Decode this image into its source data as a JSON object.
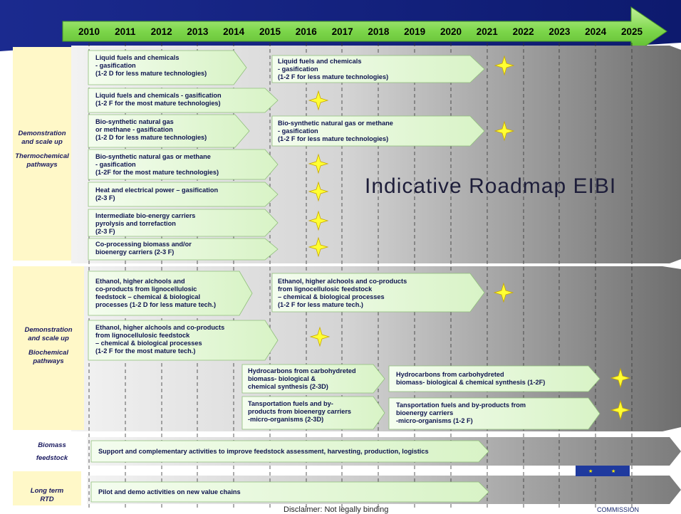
{
  "timeline": {
    "years": [
      "2010",
      "2011",
      "2012",
      "2013",
      "2014",
      "2015",
      "2016",
      "2017",
      "2018",
      "2019",
      "2020",
      "2021",
      "2022",
      "2023",
      "2024",
      "2025"
    ]
  },
  "title": "Indicative Roadmap EIBI",
  "categories": {
    "thermo": [
      "Demonstration",
      "and scale up",
      "",
      "Thermochemical",
      "pathways"
    ],
    "bio": [
      "Demonstration",
      "and scale up",
      "",
      "Biochemical",
      "pathways"
    ],
    "feedstock": [
      "Biomass",
      "feedstock"
    ],
    "rtd": [
      "Long term",
      "RTD"
    ]
  },
  "activities": [
    {
      "id": "a1",
      "text": "Liquid fuels and chemicals\n- gasification\n(1-2 D for less mature technologies)"
    },
    {
      "id": "a2",
      "text": "Liquid fuels and chemicals\n- gasification\n(1-2 F for less mature technologies)"
    },
    {
      "id": "a3",
      "text": "Liquid fuels and chemicals - gasification\n(1-2 F for the most mature technologies)"
    },
    {
      "id": "a4",
      "text": "Bio-synthetic natural gas\nor methane - gasification\n(1-2 D for less mature technologies)"
    },
    {
      "id": "a5",
      "text": "Bio-synthetic natural gas or methane\n - gasification\n(1-2 F for less mature technologies)"
    },
    {
      "id": "a6",
      "text": "Bio-synthetic natural gas or methane\n - gasification\n(1-2F for the most mature technologies)"
    },
    {
      "id": "a7",
      "text": "Heat and electrical power – gasification\n(2-3 F)"
    },
    {
      "id": "a8",
      "text": "Intermediate bio-energy carriers\npyrolysis and torrefaction\n(2-3 F)"
    },
    {
      "id": "a9",
      "text": "Co-processing biomass and/or\nbioenergy carriers (2-3 F)"
    },
    {
      "id": "b1",
      "text": "Ethanol, higher alchools and\nco-products from lignocellulosic\nfeedstock – chemical & biological\nprocesses (1-2 D for less mature tech.)"
    },
    {
      "id": "b2",
      "text": "Ethanol, higher alchools and co-products\n from lignocellulosic feedstock\n – chemical & biological processes\n(1-2 F for less mature tech.)"
    },
    {
      "id": "b3",
      "text": "Ethanol, higher alchools and co-products\n from lignocellulosic feedstock\n– chemical & biological processes\n(1-2 F for the most mature tech.)"
    },
    {
      "id": "b4",
      "text": "Hydrocarbons from carbohydreted\nbiomass- biological &\nchemical synthesis (2-3D)"
    },
    {
      "id": "b5",
      "text": "Hydrocarbons from carbohydreted\nbiomass- biological & chemical synthesis (1-2F)"
    },
    {
      "id": "b6",
      "text": "Tansportation fuels and by-\nproducts from bioenergy carriers\n-micro-organisms (2-3D)"
    },
    {
      "id": "b7",
      "text": "Tansportation fuels and by-products from\nbioenergy carriers\n-micro-organisms (1-2 F)"
    },
    {
      "id": "c1",
      "text": "Support and complementary activities to improve feedstock assessment, harvesting, production, logistics"
    },
    {
      "id": "d1",
      "text": "Pilot and demo activities on new value chains"
    }
  ],
  "footer": {
    "disclaimer": "Disclaimer: Not legally binding",
    "commission": "COMMISSION"
  },
  "colors": {
    "timeline_arrow": "#6cd43a",
    "activity_fill": "#e6f8dc",
    "category_bg": "#fff8c8",
    "star": "#ffff33",
    "eu_flag": "#1f3a9e"
  }
}
